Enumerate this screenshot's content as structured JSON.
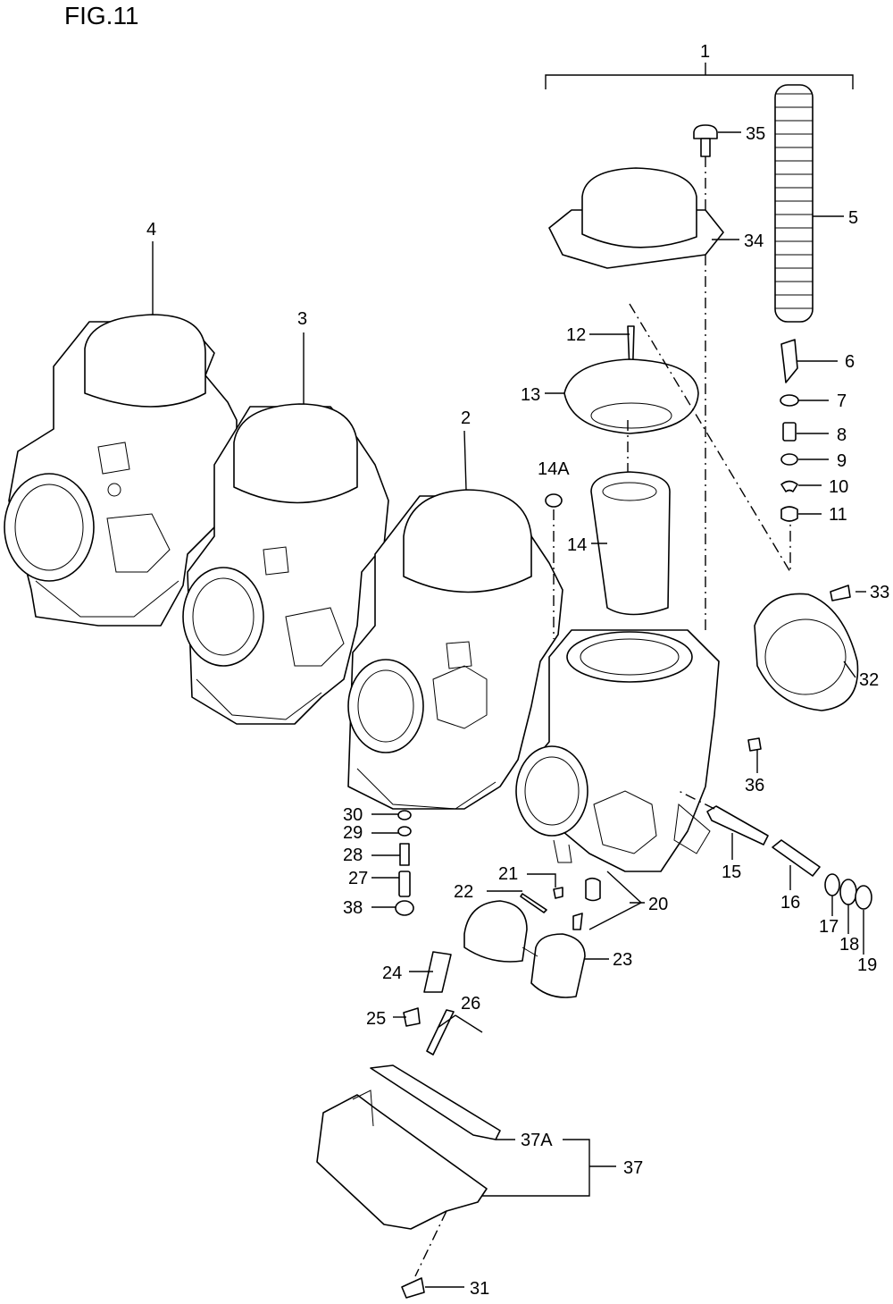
{
  "figure": {
    "title": "FIG.11"
  },
  "callouts": [
    "1",
    "2",
    "3",
    "4",
    "5",
    "6",
    "7",
    "8",
    "9",
    "10",
    "11",
    "12",
    "13",
    "14",
    "14A",
    "15",
    "16",
    "17",
    "18",
    "19",
    "20",
    "21",
    "22",
    "23",
    "24",
    "25",
    "26",
    "27",
    "28",
    "29",
    "30",
    "31",
    "32",
    "33",
    "34",
    "35",
    "36",
    "37",
    "37A",
    "38"
  ]
}
